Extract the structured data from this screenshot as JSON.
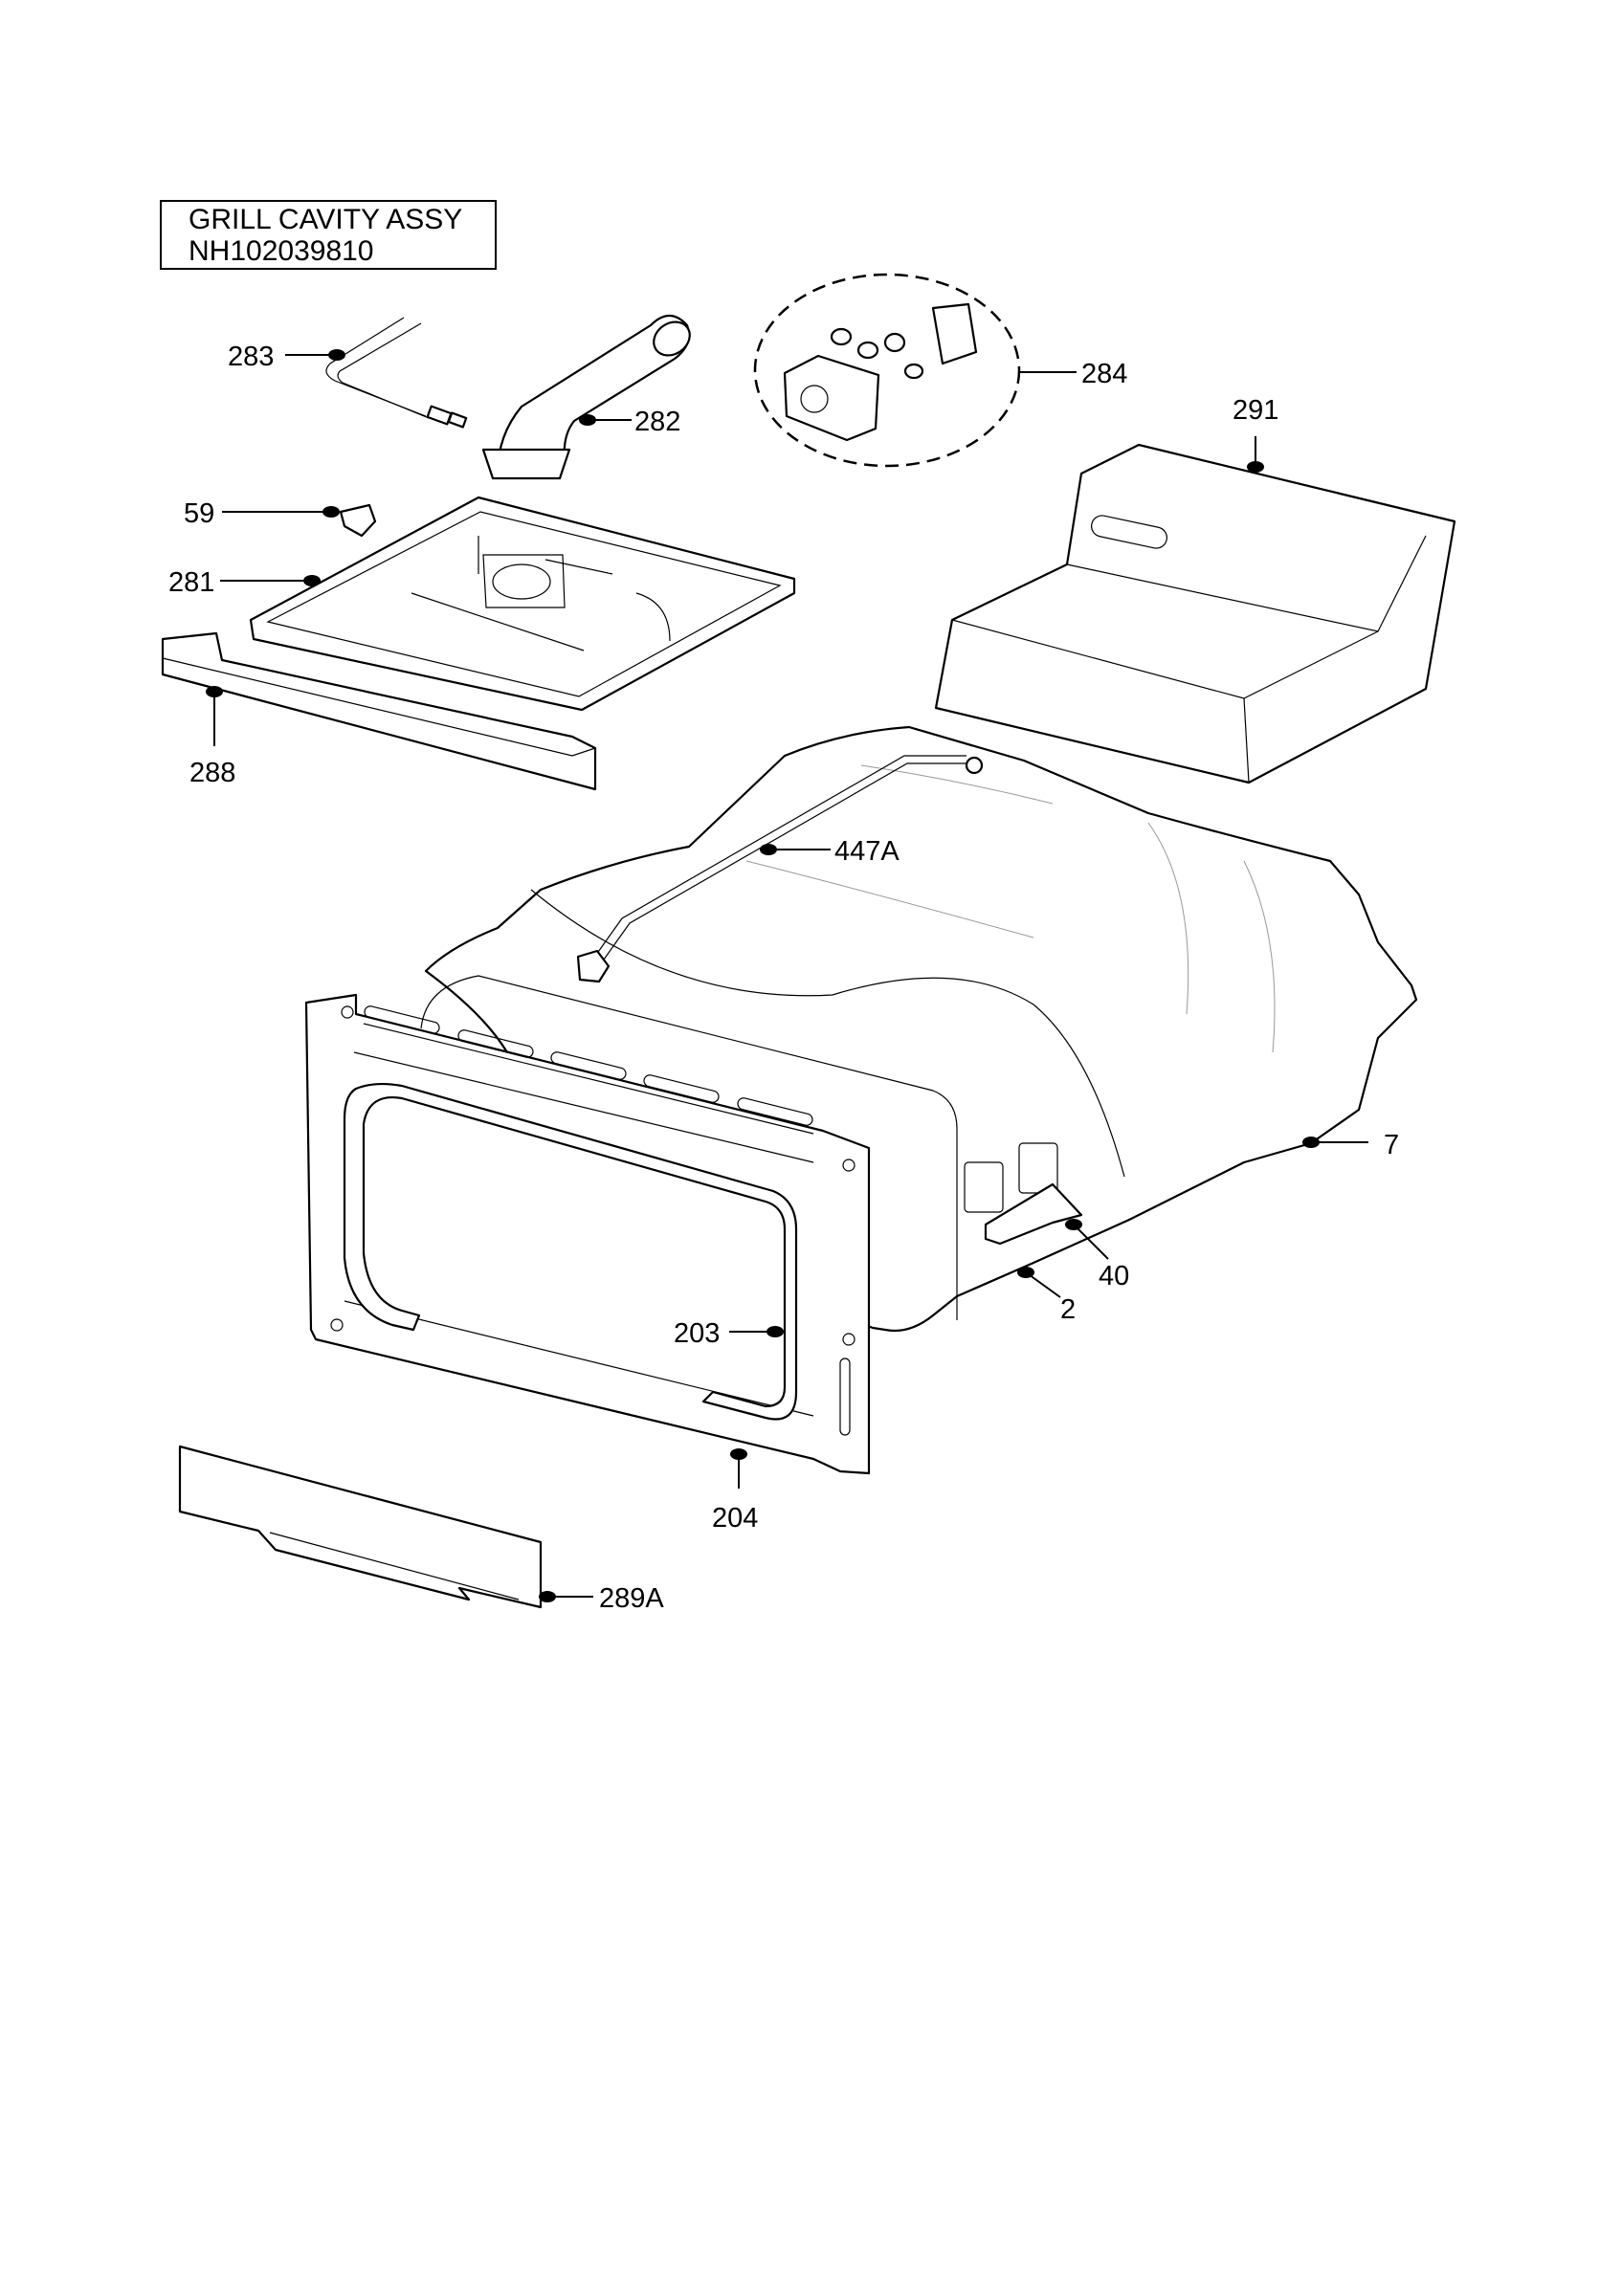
{
  "title": {
    "line1": "GRILL CAVITY ASSY",
    "line2": "NH102039810"
  },
  "callouts": [
    {
      "id": "283",
      "part": "wire"
    },
    {
      "id": "282",
      "part": "flue-pipe"
    },
    {
      "id": "284",
      "part": "fixing-kit"
    },
    {
      "id": "291",
      "part": "heat-shield"
    },
    {
      "id": "59",
      "part": "clip"
    },
    {
      "id": "281",
      "part": "top-plate"
    },
    {
      "id": "288",
      "part": "front-trim"
    },
    {
      "id": "447A",
      "part": "thermocouple-tube"
    },
    {
      "id": "7",
      "part": "insulation"
    },
    {
      "id": "40",
      "part": "bracket"
    },
    {
      "id": "2",
      "part": "grill-cavity"
    },
    {
      "id": "203",
      "part": "seal"
    },
    {
      "id": "204",
      "part": "front-frame"
    },
    {
      "id": "289A",
      "part": "bottom-trim"
    }
  ],
  "colors": {
    "line": "#000000",
    "background": "#ffffff",
    "hidden_line": "#999999"
  }
}
